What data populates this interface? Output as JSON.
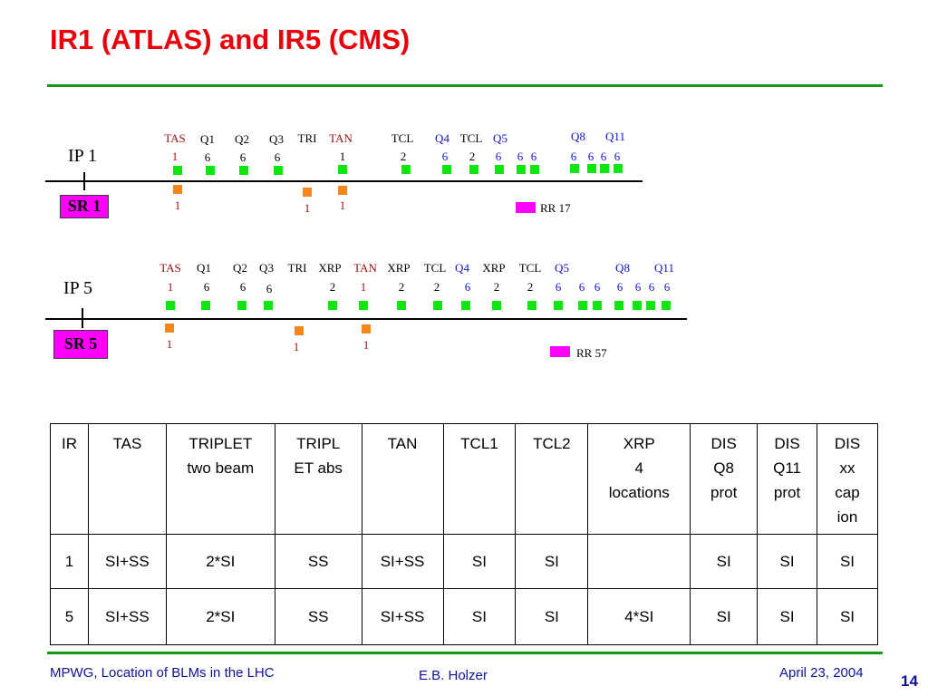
{
  "title": "IR1 (ATLAS) and IR5 (CMS)",
  "ir1": {
    "ip": "IP 1",
    "sr": "SR 1",
    "rr": "RR 17",
    "labels": [
      "TAS",
      "Q1",
      "Q2",
      "Q3",
      "TRI",
      "TAN",
      "TCL",
      "Q4",
      "TCL",
      "Q5",
      "Q8",
      "Q11"
    ],
    "counts": [
      "1",
      "6",
      "6",
      "6",
      "1",
      "2",
      "6",
      "2",
      "6",
      "6",
      "6",
      "6",
      "6",
      "6",
      "6"
    ],
    "orange_counts": [
      "1",
      "1",
      "1"
    ]
  },
  "ir5": {
    "ip": "IP 5",
    "sr": "SR 5",
    "rr": "RR 57",
    "labels": [
      "TAS",
      "Q1",
      "Q2",
      "Q3",
      "TRI",
      "XRP",
      "TAN",
      "XRP",
      "TCL",
      "Q4",
      "XRP",
      "TCL",
      "Q5",
      "Q8",
      "Q11"
    ],
    "counts": [
      "1",
      "6",
      "6",
      "6",
      "2",
      "1",
      "2",
      "2",
      "6",
      "2",
      "2",
      "6",
      "6",
      "6",
      "6",
      "6",
      "6",
      "6"
    ],
    "orange_counts": [
      "1",
      "1",
      "1"
    ]
  },
  "table": {
    "headers": [
      "IR",
      "TAS",
      "TRIPLET\ntwo beam",
      "TRIPL\nET abs",
      "TAN",
      "TCL1",
      "TCL2",
      "XRP\n4\nlocations",
      "DIS\nQ8\nprot",
      "DIS\nQ11\nprot",
      "DIS\nxx\ncap\nion"
    ],
    "rows": [
      [
        "1",
        "SI+SS",
        "2*SI",
        "SS",
        "SI+SS",
        "SI",
        "SI",
        "",
        "SI",
        "SI",
        "SI"
      ],
      [
        "5",
        "SI+SS",
        "2*SI",
        "SS",
        "SI+SS",
        "SI",
        "SI",
        "4*SI",
        "SI",
        "SI",
        "SI"
      ]
    ]
  },
  "footer": {
    "left": "MPWG, Location of BLMs in the LHC",
    "center": "E.B. Holzer",
    "right": "April 23, 2004",
    "page": "14"
  },
  "colors": {
    "title": "#e8000b",
    "rule": "#159a16",
    "beam_monitor": "#0fe60f",
    "orange_monitor": "#f5861c",
    "sector_box": "#ff00ff",
    "footer": "#10119b"
  }
}
